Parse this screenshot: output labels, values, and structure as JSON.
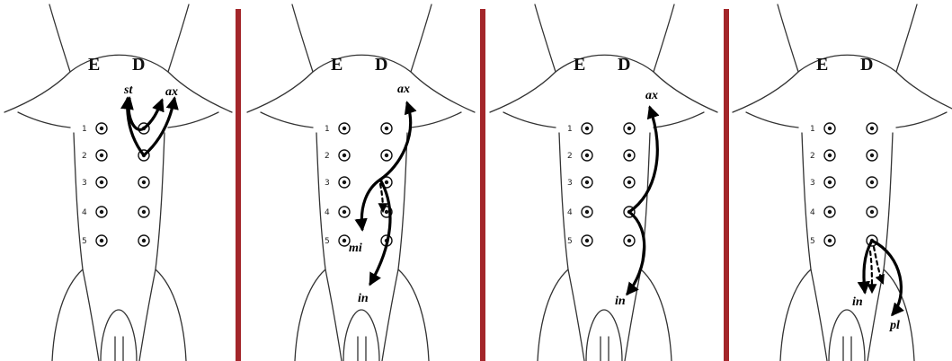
{
  "colors": {
    "divider": "#a3262a",
    "ink": "#000000",
    "outline": "#333333"
  },
  "side_labels": {
    "left": "E",
    "right": "D"
  },
  "row_numbers": [
    "1",
    "2",
    "3",
    "4",
    "5"
  ],
  "panels": [
    {
      "id": "panel-1",
      "route_labels": [
        {
          "key": "st",
          "text": "st"
        },
        {
          "key": "ax",
          "text": "ax"
        }
      ]
    },
    {
      "id": "panel-2",
      "route_labels": [
        {
          "key": "ax",
          "text": "ax"
        },
        {
          "key": "mi",
          "text": "mi"
        },
        {
          "key": "in",
          "text": "in"
        }
      ]
    },
    {
      "id": "panel-3",
      "route_labels": [
        {
          "key": "ax",
          "text": "ax"
        },
        {
          "key": "in",
          "text": "in"
        }
      ]
    },
    {
      "id": "panel-4",
      "route_labels": [
        {
          "key": "in",
          "text": "in"
        },
        {
          "key": "pl",
          "text": "pl"
        }
      ]
    }
  ]
}
